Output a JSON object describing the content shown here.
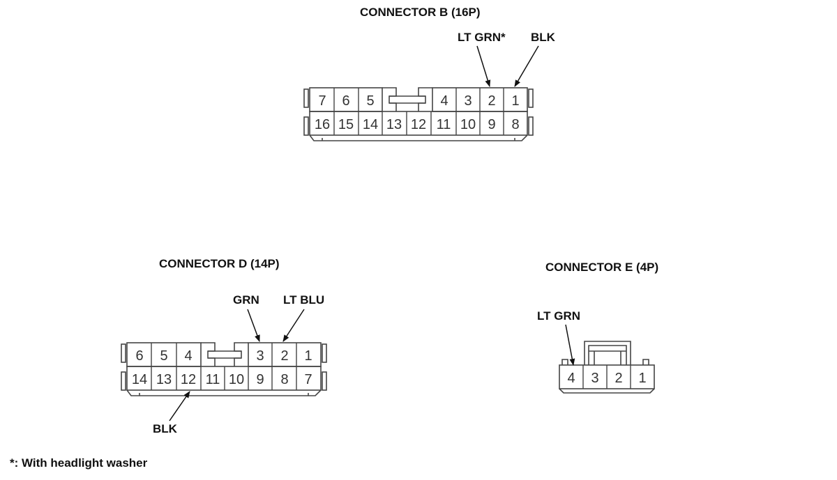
{
  "connector_b": {
    "title": "CONNECTOR B (16P)",
    "top_row": [
      "7",
      "6",
      "5",
      "4",
      "3",
      "2",
      "1"
    ],
    "bottom_row": [
      "16",
      "15",
      "14",
      "13",
      "12",
      "11",
      "10",
      "9",
      "8"
    ],
    "wire_labels": {
      "pin2": "LT GRN*",
      "pin1": "BLK"
    }
  },
  "connector_d": {
    "title": "CONNECTOR D (14P)",
    "top_row": [
      "6",
      "5",
      "4",
      "3",
      "2",
      "1"
    ],
    "bottom_row": [
      "14",
      "13",
      "12",
      "11",
      "10",
      "9",
      "8",
      "7"
    ],
    "wire_labels": {
      "pin3": "GRN",
      "pin2": "LT BLU",
      "pin12": "BLK"
    }
  },
  "connector_e": {
    "title": "CONNECTOR E (4P)",
    "pins": [
      "4",
      "3",
      "2",
      "1"
    ],
    "wire_labels": {
      "pin4": "LT GRN"
    }
  },
  "footnote": "*: With headlight washer"
}
